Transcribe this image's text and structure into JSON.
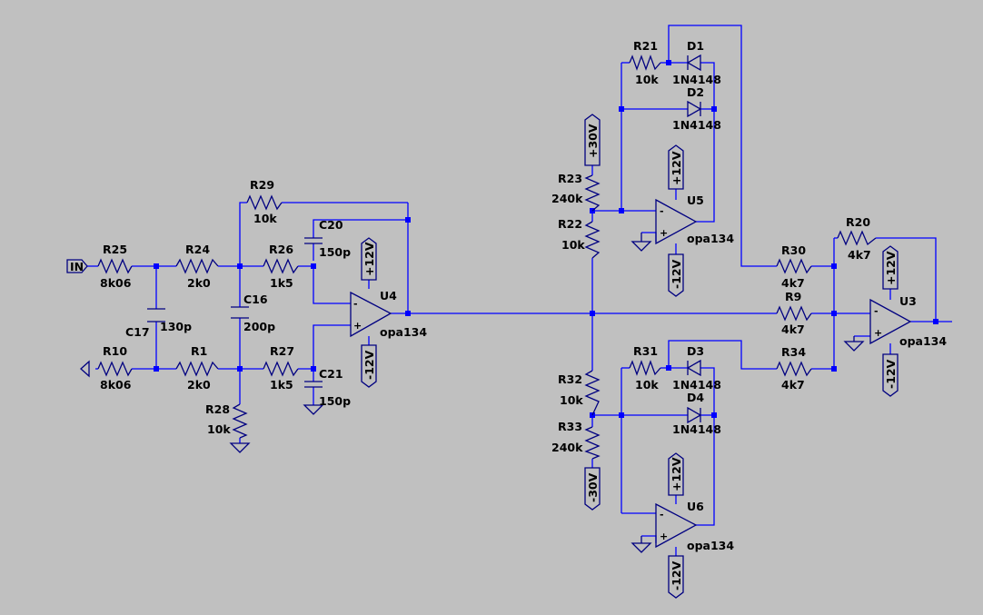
{
  "labels": {
    "r25": "R25",
    "r25v": "8k06",
    "r24": "R24",
    "r24v": "2k0",
    "r29": "R29",
    "r29v": "10k",
    "r26": "R26",
    "r26v": "1k5",
    "c20": "C20",
    "c20v": "150p",
    "c16": "C16",
    "c16v": "200p",
    "c17": "C17",
    "c17v": "130p",
    "r10": "R10",
    "r10v": "8k06",
    "r1": "R1",
    "r1v": "2k0",
    "r27": "R27",
    "r27v": "1k5",
    "c21": "C21",
    "c21v": "150p",
    "r28": "R28",
    "r28v": "10k",
    "u4": "U4",
    "u4v": "opa134",
    "r21": "R21",
    "r21v": "10k",
    "d1": "D1",
    "d1v": "1N4148",
    "d2": "D2",
    "d2v": "1N4148",
    "r23": "R23",
    "r23v": "240k",
    "r22": "R22",
    "r22v": "10k",
    "u5": "U5",
    "u5v": "opa134",
    "r32": "R32",
    "r32v": "10k",
    "r33": "R33",
    "r33v": "240k",
    "r31": "R31",
    "r31v": "10k",
    "d3": "D3",
    "d3v": "1N4148",
    "d4": "D4",
    "d4v": "1N4148",
    "u6": "U6",
    "u6v": "opa134",
    "r30": "R30",
    "r30v": "4k7",
    "r9": "R9",
    "r9v": "4k7",
    "r34": "R34",
    "r34v": "4k7",
    "r20": "R20",
    "r20v": "4k7",
    "u3": "U3",
    "u3v": "opa134",
    "in": "IN",
    "plus": "+",
    "minus": "-"
  },
  "supplies": {
    "p12": "+12V",
    "m12": "-12V",
    "p30": "+30V",
    "m30": "-30V"
  }
}
